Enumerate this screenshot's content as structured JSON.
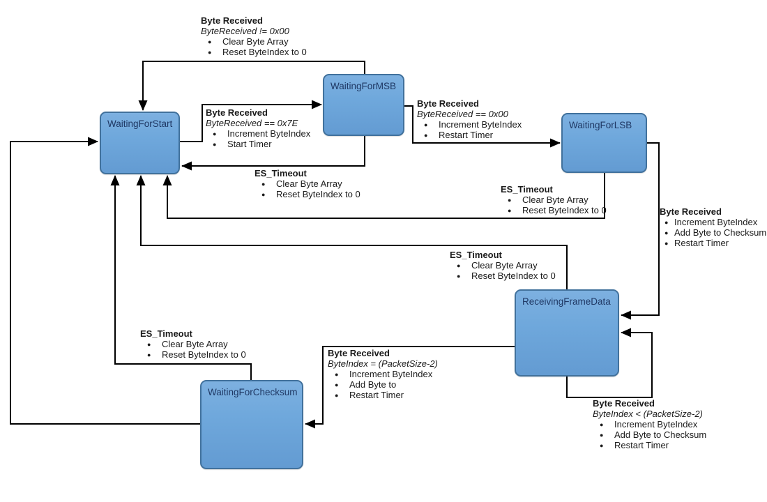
{
  "diagram": {
    "kind": "state-machine",
    "colors": {
      "state_fill": "#6fa8dc",
      "state_border": "#41719c",
      "state_text": "#1f3864",
      "arrow": "#000000",
      "background": "#ffffff"
    }
  },
  "states": [
    {
      "name": "WaitingForStart"
    },
    {
      "name": "WaitingForMSB"
    },
    {
      "name": "WaitingForLSB"
    },
    {
      "name": "ReceivingFrameData"
    },
    {
      "name": "WaitingForChecksum"
    }
  ],
  "transitions": {
    "msb_to_start_invalid": {
      "event": "Byte Received",
      "condition": "ByteReceived != 0x00",
      "actions": [
        "Clear Byte Array",
        "Reset ByteIndex to 0"
      ]
    },
    "start_to_msb": {
      "event": "Byte Received",
      "condition": "ByteReceived == 0x7E",
      "actions": [
        "Increment ByteIndex",
        "Start Timer"
      ]
    },
    "msb_to_lsb": {
      "event": "Byte Received",
      "condition": "ByteReceived == 0x00",
      "actions": [
        "Increment ByteIndex",
        "Restart Timer"
      ]
    },
    "msb_to_start_timeout": {
      "event": "ES_Timeout",
      "actions": [
        "Clear Byte Array",
        "Reset ByteIndex to 0"
      ]
    },
    "lsb_to_start_timeout": {
      "event": "ES_Timeout",
      "actions": [
        "Clear Byte Array",
        "Reset ByteIndex to 0"
      ]
    },
    "lsb_to_rfd": {
      "event": "Byte Received",
      "actions": [
        "Increment ByteIndex",
        "Add Byte to Checksum",
        "Restart Timer"
      ]
    },
    "rfd_to_start_timeout": {
      "event": "ES_Timeout",
      "actions": [
        "Clear Byte Array",
        "Reset ByteIndex to 0"
      ]
    },
    "checksum_to_start_timeout": {
      "event": "ES_Timeout",
      "actions": [
        "Clear Byte Array",
        "Reset ByteIndex to 0"
      ]
    },
    "rfd_to_checksum": {
      "event": "Byte Received",
      "condition": "ByteIndex = (PacketSize-2)",
      "actions": [
        "Increment ByteIndex",
        "Add Byte to",
        "Restart Timer"
      ]
    },
    "rfd_self": {
      "event": "Byte Received",
      "condition": "ByteIndex < (PacketSize-2)",
      "actions": [
        "Increment ByteIndex",
        "Add Byte to Checksum",
        "Restart Timer"
      ]
    }
  }
}
